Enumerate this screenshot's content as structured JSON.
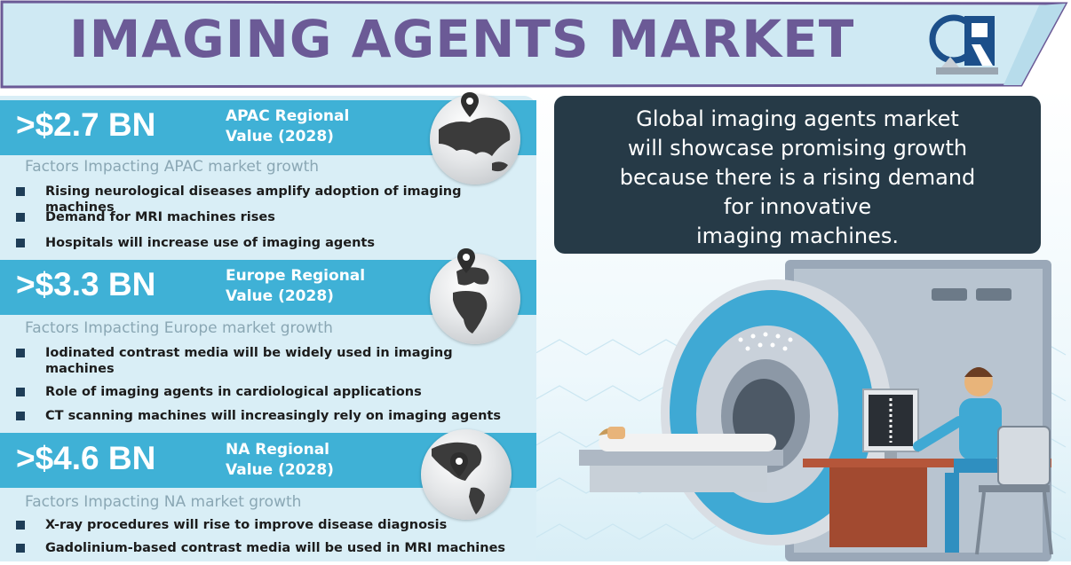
{
  "header": {
    "title": "IMAGING AGENTS MARKET",
    "logo_letters": "GR",
    "colors": {
      "banner": "#cfe9f3",
      "border": "#6b5a96",
      "title": "#6b5a96"
    }
  },
  "quote": {
    "text": "Global imaging agents market will showcase promising growth because there is a rising demand for innovative imaging machines.",
    "lines": [
      "Global imaging agents market",
      "will showcase promising growth",
      "because there is a rising demand",
      "for innovative",
      "imaging machines."
    ]
  },
  "regions": [
    {
      "value": ">$2.7 BN",
      "label_line1": "APAC Regional",
      "label_line2": "Value (2028)",
      "factors_heading": "Factors Impacting APAC market growth",
      "factors": [
        "Rising neurological diseases amplify adoption of imaging machines",
        "Demand for MRI machines rises",
        "Hospitals will increase use of imaging agents"
      ],
      "globe_icon": "globe-asia-icon"
    },
    {
      "value": ">$3.3 BN",
      "label_line1": "Europe Regional",
      "label_line2": "Value (2028)",
      "factors_heading": "Factors Impacting Europe market growth",
      "factors": [
        "Iodinated contrast media will be widely used in imaging machines",
        "Role of imaging agents in cardiological applications",
        "CT scanning machines will increasingly rely on imaging agents"
      ],
      "globe_icon": "globe-europe-africa-icon"
    },
    {
      "value": ">$4.6 BN",
      "label_line1": "NA Regional",
      "label_line2": "Value (2028)",
      "factors_heading": "Factors Impacting NA market growth",
      "factors": [
        "X-ray procedures will rise to improve disease diagnosis",
        "Gadolinium-based contrast media will be used in MRI machines"
      ],
      "globe_icon": "globe-north-america-icon"
    }
  ],
  "illustration": {
    "icons": [
      "mri-scanner-icon",
      "patient-on-table-icon",
      "doctor-at-desk-icon",
      "monitor-spine-xray-icon",
      "chair-icon"
    ]
  }
}
